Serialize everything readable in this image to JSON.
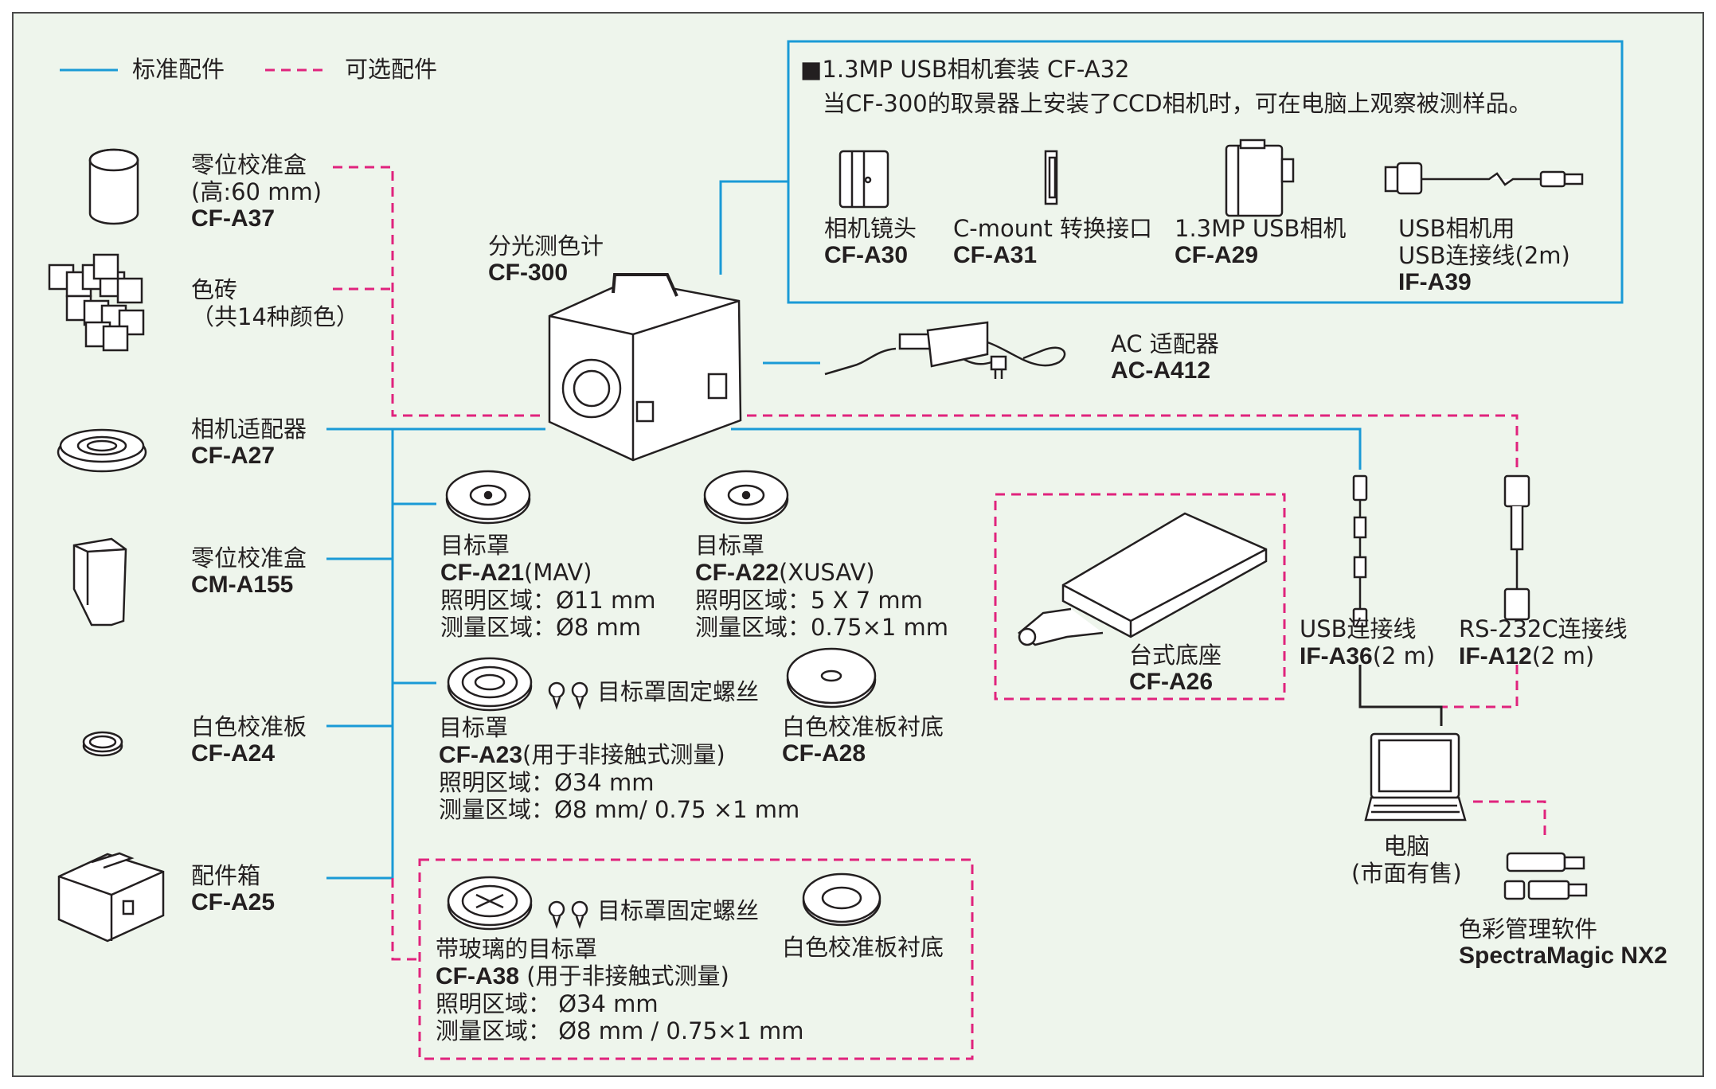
{
  "legend": {
    "standard": "标准配件",
    "optional": "可选配件"
  },
  "colors": {
    "standard_line": "#1a9ad6",
    "optional_line": "#e0237d",
    "background": "#eef5ec",
    "frame": "#4a4a4a"
  },
  "main_device": {
    "name": "分光测色计",
    "model": "CF-300"
  },
  "camera_kit": {
    "title": "■1.3MP USB相机套装 CF-A32",
    "description": "当CF-300的取景器上安装了CCD相机时，可在电脑上观察被测样品。",
    "items": [
      {
        "name": "相机镜头",
        "model": "CF-A30"
      },
      {
        "name": "C-mount 转换接口",
        "model": "CF-A31"
      },
      {
        "name": "1.3MP USB相机",
        "model": "CF-A29"
      },
      {
        "name": "USB相机用",
        "name2": "USB连接线(2m)",
        "model": "IF-A39"
      }
    ]
  },
  "ac_adapter": {
    "name": "AC 适配器",
    "model": "AC-A412"
  },
  "left_items": [
    {
      "name": "零位校准盒",
      "note": "(高:60 mm)",
      "model": "CF-A37"
    },
    {
      "name": "色砖",
      "note": "（共14种颜色）"
    },
    {
      "name": "相机适配器",
      "model": "CF-A27"
    },
    {
      "name": "零位校准盒",
      "model": "CM-A155"
    },
    {
      "name": "白色校准板",
      "model": "CF-A24"
    },
    {
      "name": "配件箱",
      "model": "CF-A25"
    }
  ],
  "masks": [
    {
      "name": "目标罩",
      "model": "CF-A21",
      "suffix": "(MAV)",
      "illum": "照明区域：Ø11 mm",
      "meas": "测量区域：Ø8 mm"
    },
    {
      "name": "目标罩",
      "model": "CF-A22",
      "suffix": "(XUSAV)",
      "illum": "照明区域：5 X 7 mm",
      "meas": "测量区域：0.75×1 mm"
    },
    {
      "name": "目标罩",
      "model": "CF-A23",
      "suffix": "(用于非接触式测量)",
      "illum": "照明区域：Ø34 mm",
      "meas": "测量区域：Ø8 mm/ 0.75 ×1 mm"
    },
    {
      "name": "带玻璃的目标罩",
      "model": "CF-A38",
      "suffix": " (用于非接触式测量)",
      "illum": "照明区域：  Ø34 mm",
      "meas": "测量区域：  Ø8 mm / 0.75×1 mm"
    }
  ],
  "screws_label": "目标罩固定螺丝",
  "white_backing": {
    "name": "白色校准板衬底",
    "model": "CF-A28"
  },
  "table_stand": {
    "name": "台式底座",
    "model": "CF-A26"
  },
  "usb_cable": {
    "name": "USB连接线",
    "model": "IF-A36",
    "suffix": "(2 m)"
  },
  "rs232_cable": {
    "name": "RS-232C连接线",
    "model": "IF-A12",
    "suffix": "(2 m)"
  },
  "pc": {
    "name": "电脑",
    "note": "(市面有售)"
  },
  "software": {
    "name": "色彩管理软件",
    "model": "SpectraMagic NX2"
  }
}
